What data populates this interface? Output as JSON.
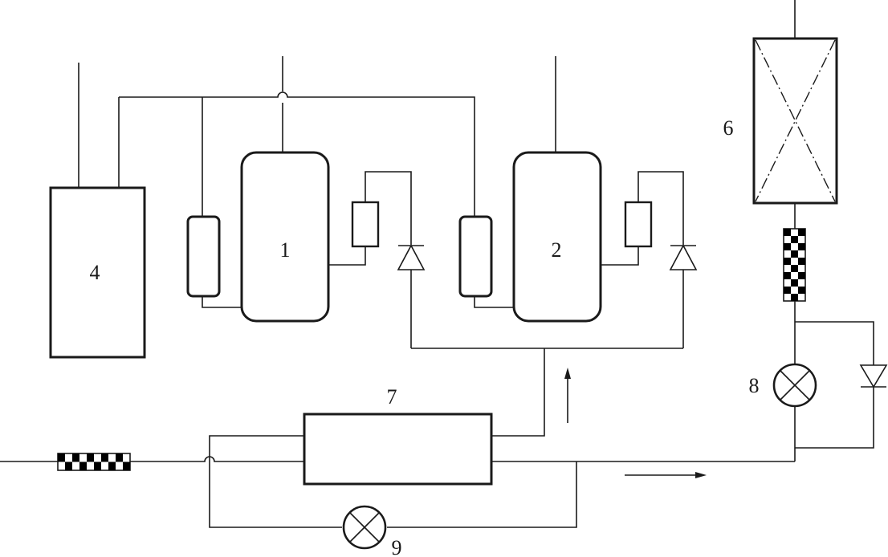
{
  "diagram": {
    "labels": {
      "compressor_1": "1",
      "compressor_2": "2",
      "unit_4": "4",
      "heat_exchanger_6": "6",
      "heat_exchanger_7": "7",
      "valve_8": "8",
      "valve_9": "9"
    },
    "colors": {
      "stroke": "#1a1a1a",
      "background": "#ffffff",
      "filter_fill": "#000000"
    }
  }
}
